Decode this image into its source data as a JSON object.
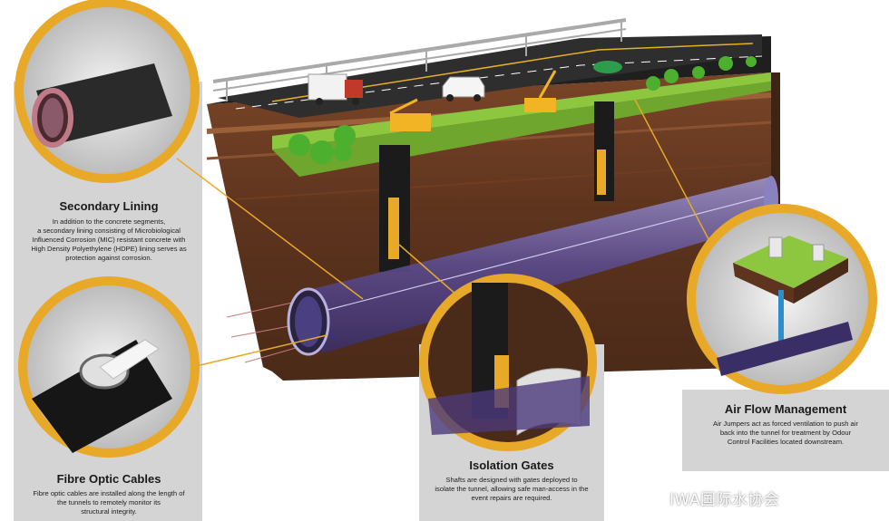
{
  "callouts": {
    "secondary_lining": {
      "title": "Secondary Lining",
      "lines": [
        "In addition to the concrete segments,",
        "a secondary lining consisting of Microbiological",
        "Influenced Corrosion (MIC) resistant concrete with",
        "High Density Polyethylene (HDPE) lining serves as",
        "protection against corrosion."
      ]
    },
    "fibre_optic": {
      "title": "Fibre Optic Cables",
      "lines": [
        "Fibre optic cables are installed along the length of",
        "the tunnels to remotely monitor its",
        "structural integrity."
      ]
    },
    "isolation_gates": {
      "title": "Isolation Gates",
      "lines": [
        "Shafts are designed with gates deployed to",
        "isolate the tunnel, allowing safe man-access in the",
        "event repairs are required."
      ]
    },
    "air_flow": {
      "title": "Air Flow Management",
      "lines": [
        "Air Jumpers act as forced ventilation to push air",
        "back into the tunnel for treatment by Odour",
        "Control Facilities located downstream."
      ]
    }
  },
  "watermark": {
    "text": "IWA国际水协会",
    "icon": "wechat-icon"
  },
  "colors": {
    "gold": "#e8a928",
    "soil_dark": "#4a2a18",
    "soil_mid": "#6b3a22",
    "soil_light": "#8a5232",
    "road": "#2b2b2b",
    "grass": "#8dc63f",
    "tunnel": "#6a5a9a",
    "panel": "#d4d4d4"
  }
}
